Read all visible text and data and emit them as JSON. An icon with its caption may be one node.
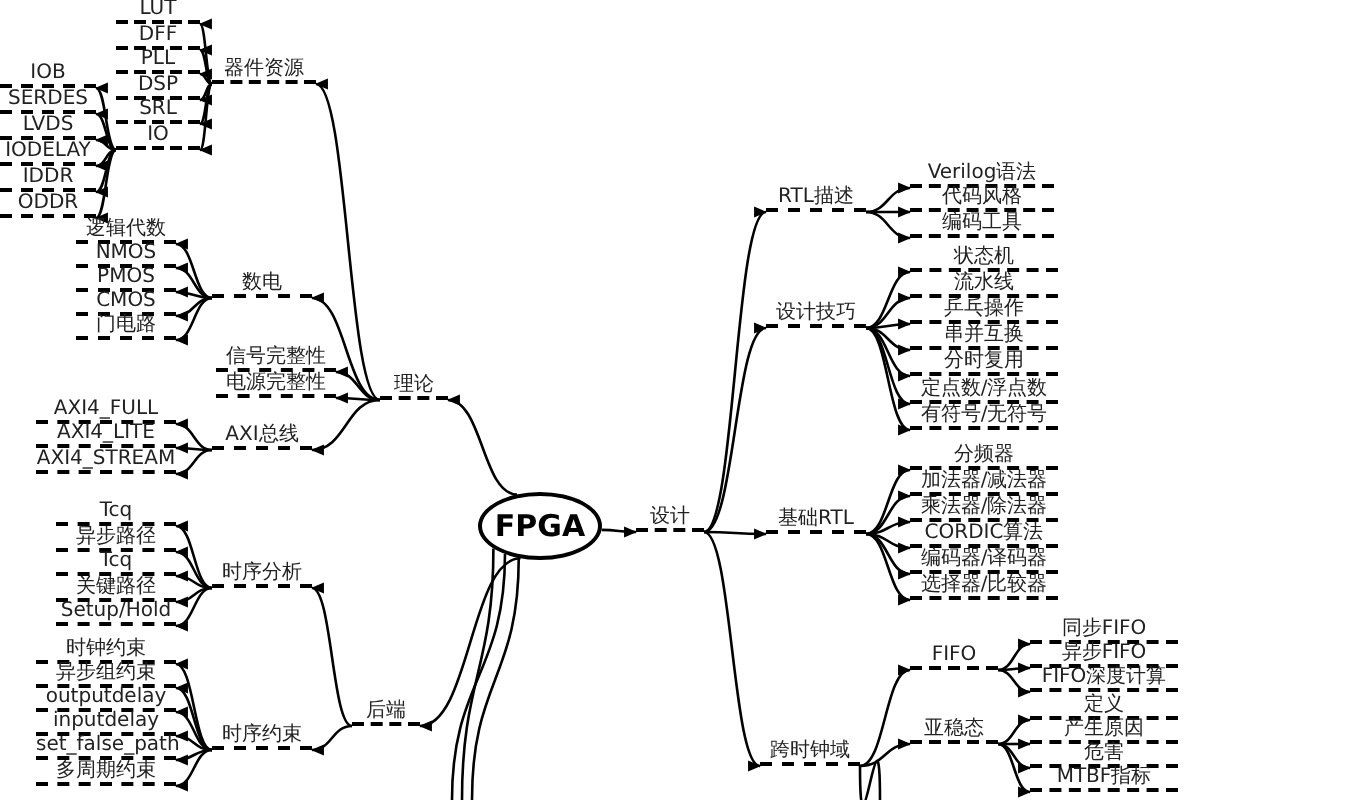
{
  "diagram": {
    "nodes": [
      {
        "text": [
          "FPGA"
        ]
      },
      {
        "text": [
          "理论"
        ]
      },
      {
        "text": [
          "器件资源"
        ]
      },
      {
        "text": [
          "LUT"
        ]
      },
      {
        "text": [
          "DFF"
        ]
      },
      {
        "text": [
          "PLL"
        ]
      },
      {
        "text": [
          "DSP"
        ]
      },
      {
        "text": [
          "SRL"
        ]
      },
      {
        "text": [
          "IO"
        ]
      },
      {
        "text": [
          "IOB"
        ]
      },
      {
        "text": [
          "SERDES"
        ]
      },
      {
        "text": [
          "LVDS"
        ]
      },
      {
        "text": [
          "IODELAY"
        ]
      },
      {
        "text": [
          "IDDR"
        ]
      },
      {
        "text": [
          "ODDR"
        ]
      },
      {
        "text": [
          "数电"
        ]
      },
      {
        "text": [
          "逻辑代数"
        ]
      },
      {
        "text": [
          "NMOS"
        ]
      },
      {
        "text": [
          "PMOS"
        ]
      },
      {
        "text": [
          "CMOS"
        ]
      },
      {
        "text": [
          "门电路"
        ]
      },
      {
        "text": [
          "信号完整性"
        ]
      },
      {
        "text": [
          "电源完整性"
        ]
      },
      {
        "text": [
          "AXI总线"
        ]
      },
      {
        "text": [
          "AXI4_FULL"
        ]
      },
      {
        "text": [
          "AXI4_LITE"
        ]
      },
      {
        "text": [
          "AXI4_STREAM"
        ]
      },
      {
        "text": [
          "后端"
        ]
      },
      {
        "text": [
          "时序分析"
        ]
      },
      {
        "text": [
          "Tcq"
        ]
      },
      {
        "text": [
          "异步路径"
        ]
      },
      {
        "text": [
          "Tcq"
        ]
      },
      {
        "text": [
          "关键路径"
        ]
      },
      {
        "text": [
          "Setup/Hold"
        ]
      },
      {
        "text": [
          "时序约束"
        ]
      },
      {
        "text": [
          "时钟约束"
        ]
      },
      {
        "text": [
          "异步组约束"
        ]
      },
      {
        "text": [
          "outputdelay"
        ]
      },
      {
        "text": [
          "inputdelay"
        ]
      },
      {
        "text": [
          "set_false_path"
        ]
      },
      {
        "text": [
          "多周期约束"
        ]
      },
      {
        "text": [
          "设计"
        ]
      },
      {
        "text": [
          "RTL描述"
        ]
      },
      {
        "text": [
          "Verilog语法"
        ]
      },
      {
        "text": [
          "代码风格"
        ]
      },
      {
        "text": [
          "编码工具"
        ]
      },
      {
        "text": [
          "设计技巧"
        ]
      },
      {
        "text": [
          "状态机"
        ]
      },
      {
        "text": [
          "流水线"
        ]
      },
      {
        "text": [
          "乒乓操作"
        ]
      },
      {
        "text": [
          "串并互换"
        ]
      },
      {
        "text": [
          "分时复用"
        ]
      },
      {
        "text": [
          "定点数/浮点数"
        ]
      },
      {
        "text": [
          "有符号/无符号"
        ]
      },
      {
        "text": [
          "基础RTL"
        ]
      },
      {
        "text": [
          "分频器"
        ]
      },
      {
        "text": [
          "加法器/减法器"
        ]
      },
      {
        "text": [
          "乘法器/除法器"
        ]
      },
      {
        "text": [
          "CORDIC算法"
        ]
      },
      {
        "text": [
          "编码器/译码器"
        ]
      },
      {
        "text": [
          "选择器/比较器"
        ]
      },
      {
        "text": [
          "跨时钟域"
        ]
      },
      {
        "text": [
          "FIFO"
        ]
      },
      {
        "text": [
          "同步FIFO"
        ]
      },
      {
        "text": [
          "异步FIFO"
        ]
      },
      {
        "text": [
          "FIFO深度计算"
        ]
      },
      {
        "text": [
          "亚稳态"
        ]
      },
      {
        "text": [
          "定义"
        ]
      },
      {
        "text": [
          "产生原因"
        ]
      },
      {
        "text": [
          "危害"
        ]
      },
      {
        "text": [
          "MTBF指标"
        ]
      }
    ],
    "edges": [
      {
        "from": 0,
        "to": 1,
        "arrow": "to"
      },
      {
        "from": 1,
        "to": 2,
        "arrow": "to"
      },
      {
        "from": 2,
        "to": 3,
        "arrow": "to"
      },
      {
        "from": 2,
        "to": 4,
        "arrow": "to"
      },
      {
        "from": 2,
        "to": 5,
        "arrow": "to"
      },
      {
        "from": 2,
        "to": 6,
        "arrow": "to"
      },
      {
        "from": 2,
        "to": 7,
        "arrow": "to"
      },
      {
        "from": 2,
        "to": 8,
        "arrow": "to"
      },
      {
        "from": 8,
        "to": 9,
        "arrow": "to"
      },
      {
        "from": 8,
        "to": 10,
        "arrow": "to"
      },
      {
        "from": 8,
        "to": 11,
        "arrow": "to"
      },
      {
        "from": 8,
        "to": 12,
        "arrow": "to"
      },
      {
        "from": 8,
        "to": 13,
        "arrow": "to"
      },
      {
        "from": 8,
        "to": 14,
        "arrow": "to"
      },
      {
        "from": 1,
        "to": 15,
        "arrow": "to"
      },
      {
        "from": 15,
        "to": 16,
        "arrow": "to"
      },
      {
        "from": 15,
        "to": 17,
        "arrow": "to"
      },
      {
        "from": 15,
        "to": 18,
        "arrow": "to"
      },
      {
        "from": 15,
        "to": 19,
        "arrow": "to"
      },
      {
        "from": 15,
        "to": 20,
        "arrow": "to"
      },
      {
        "from": 1,
        "to": 21,
        "arrow": "to"
      },
      {
        "from": 1,
        "to": 22,
        "arrow": "to"
      },
      {
        "from": 1,
        "to": 23,
        "arrow": "to"
      },
      {
        "from": 23,
        "to": 24,
        "arrow": "to"
      },
      {
        "from": 23,
        "to": 25,
        "arrow": "to"
      },
      {
        "from": 23,
        "to": 26,
        "arrow": "to"
      },
      {
        "from": 0,
        "to": 27,
        "arrow": "to"
      },
      {
        "from": 27,
        "to": 28,
        "arrow": "to"
      },
      {
        "from": 28,
        "to": 29,
        "arrow": "to"
      },
      {
        "from": 28,
        "to": 30,
        "arrow": "to"
      },
      {
        "from": 28,
        "to": 31,
        "arrow": "to"
      },
      {
        "from": 28,
        "to": 32,
        "arrow": "to"
      },
      {
        "from": 28,
        "to": 33,
        "arrow": "to"
      },
      {
        "from": 27,
        "to": 34,
        "arrow": "to"
      },
      {
        "from": 34,
        "to": 35,
        "arrow": "to"
      },
      {
        "from": 34,
        "to": 36,
        "arrow": "to"
      },
      {
        "from": 34,
        "to": 37,
        "arrow": "to"
      },
      {
        "from": 34,
        "to": 38,
        "arrow": "to"
      },
      {
        "from": 34,
        "to": 39,
        "arrow": "to"
      },
      {
        "from": 34,
        "to": 40,
        "arrow": "to"
      },
      {
        "from": 0,
        "to": 41,
        "arrow": "to"
      },
      {
        "from": 41,
        "to": 42,
        "arrow": "to"
      },
      {
        "from": 42,
        "to": 43,
        "arrow": "to"
      },
      {
        "from": 42,
        "to": 44,
        "arrow": "to"
      },
      {
        "from": 42,
        "to": 45,
        "arrow": "to"
      },
      {
        "from": 41,
        "to": 46,
        "arrow": "to"
      },
      {
        "from": 46,
        "to": 47,
        "arrow": "to"
      },
      {
        "from": 46,
        "to": 48,
        "arrow": "to"
      },
      {
        "from": 46,
        "to": 49,
        "arrow": "to"
      },
      {
        "from": 46,
        "to": 50,
        "arrow": "to"
      },
      {
        "from": 46,
        "to": 51,
        "arrow": "to"
      },
      {
        "from": 46,
        "to": 52,
        "arrow": "to"
      },
      {
        "from": 46,
        "to": 53,
        "arrow": "to"
      },
      {
        "from": 41,
        "to": 54,
        "arrow": "to"
      },
      {
        "from": 54,
        "to": 55,
        "arrow": "to"
      },
      {
        "from": 54,
        "to": 56,
        "arrow": "to"
      },
      {
        "from": 54,
        "to": 57,
        "arrow": "to"
      },
      {
        "from": 54,
        "to": 58,
        "arrow": "to"
      },
      {
        "from": 54,
        "to": 59,
        "arrow": "to"
      },
      {
        "from": 54,
        "to": 60,
        "arrow": "to"
      },
      {
        "from": 41,
        "to": 61,
        "arrow": "to"
      },
      {
        "from": 61,
        "to": 62,
        "arrow": "to"
      },
      {
        "from": 62,
        "to": 63,
        "arrow": "to"
      },
      {
        "from": 62,
        "to": 64,
        "arrow": "to"
      },
      {
        "from": 62,
        "to": 65,
        "arrow": "to"
      },
      {
        "from": 61,
        "to": 66,
        "arrow": "to"
      },
      {
        "from": 66,
        "to": 67,
        "arrow": "to"
      },
      {
        "from": 66,
        "to": 68,
        "arrow": "to"
      },
      {
        "from": 66,
        "to": 69,
        "arrow": "to"
      },
      {
        "from": 66,
        "to": 70,
        "arrow": "to"
      },
      {
        "from": 0,
        "to": null,
        "arrow": "none"
      },
      {
        "from": 0,
        "to": null,
        "arrow": "none"
      },
      {
        "from": 0,
        "to": null,
        "arrow": "none"
      },
      {
        "from": 61,
        "to": null,
        "arrow": "none"
      }
    ]
  }
}
